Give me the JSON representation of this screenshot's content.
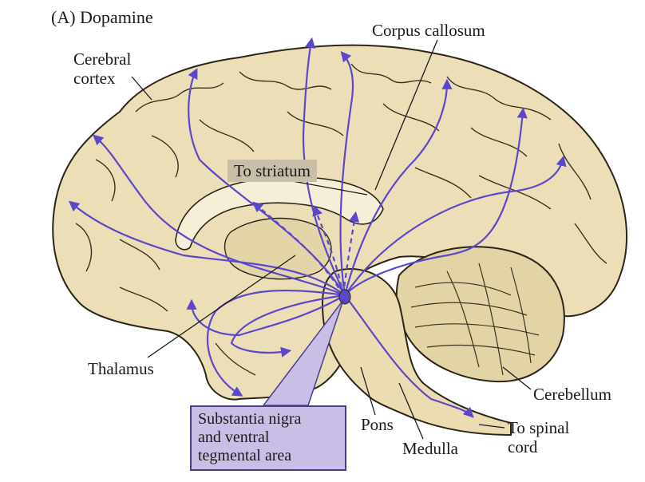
{
  "figure": {
    "title": "(A) Dopamine",
    "colors": {
      "brain_fill": "#ecdfb8",
      "brain_shadow": "#d6c48f",
      "outline": "#2b2417",
      "pathway": "#5b47c9",
      "label_box": "#c8bee6",
      "striatum_box": "#c9bfa8"
    },
    "labels": {
      "cerebral_cortex": [
        "Cerebral",
        "cortex"
      ],
      "corpus_callosum": "Corpus callosum",
      "to_striatum": "To striatum",
      "thalamus": "Thalamus",
      "cerebellum": "Cerebellum",
      "pons": "Pons",
      "medulla": "Medulla",
      "to_spinal_cord": [
        "To spinal",
        "cord"
      ],
      "substantia_nigra": [
        "Substantia nigra",
        "and ventral",
        "tegmental area"
      ]
    }
  }
}
